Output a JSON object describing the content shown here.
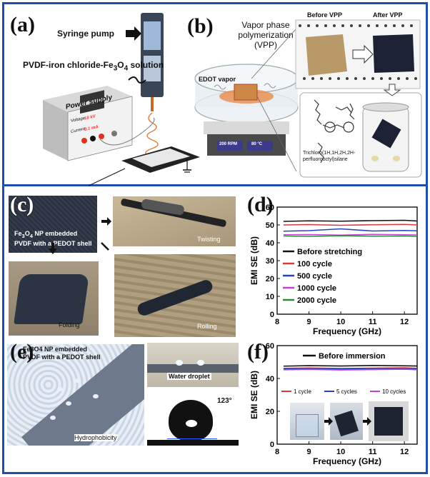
{
  "panel_a": {
    "letter": "(a)",
    "syringe_label": "Syringe pump",
    "solution_label_pre": "PVDF-iron chloride-Fe",
    "solution_sub": "3",
    "solution_mid": "O",
    "solution_sub2": "4",
    "solution_post": " solution",
    "power_supply": "Power supply",
    "voltage": "Voltage",
    "voltage_val": "18 kV",
    "current": "Current",
    "current_val": "0.1 mA"
  },
  "panel_b": {
    "letter": "(b)",
    "title_line1": "Vapor phase",
    "title_line2": "polymerization",
    "title_line3": "(VPP)",
    "edot": "EDOT vapor",
    "before": "Before VPP",
    "after": "After VPP",
    "stirrer_rpm": "200 RPM",
    "stirrer_temp": "80 °C",
    "silane_line1": "Trichloro(1H,1H,2H,2H-",
    "silane_line2": "perfluorooctyl)silane"
  },
  "panel_c": {
    "letter": "(c)",
    "desc_line1_pre": "Fe",
    "desc_sub1": "3",
    "desc_mid": "O",
    "desc_sub2": "4",
    "desc_line1_post": " NP embedded",
    "desc_line2": "PVDF with a PEDOT shell",
    "twisting": "Twisting",
    "folding": "Folding",
    "rolling": "Rolling"
  },
  "panel_e": {
    "letter": "(e)",
    "desc_line1": "Fe3O4 NP embedded",
    "desc_line2": "PVDF with a PEDOT shell",
    "water": "Water droplet",
    "angle": "123°",
    "hydro": "Hydrophobicity"
  },
  "chart_data": [
    {
      "panel": "(d)",
      "type": "line",
      "xlabel": "Frequency (GHz)",
      "ylabel": "EMI SE (dB)",
      "xlim": [
        8,
        12.4
      ],
      "ylim": [
        0,
        60
      ],
      "xticks": [
        8,
        9,
        10,
        11,
        12
      ],
      "yticks": [
        0,
        10,
        20,
        30,
        40,
        50,
        60
      ],
      "legend_position": "lower-left",
      "series": [
        {
          "name": "Before stretching",
          "color": "#111111",
          "x": [
            8.2,
            9,
            10,
            11,
            12,
            12.4
          ],
          "y": [
            52,
            52.3,
            52.1,
            52.4,
            52.6,
            52.2
          ]
        },
        {
          "name": "100 cycle",
          "color": "#d93b3b",
          "x": [
            8.2,
            9,
            10,
            11,
            12,
            12.4
          ],
          "y": [
            50,
            50.2,
            49.8,
            50.1,
            50.3,
            50
          ]
        },
        {
          "name": "500 cycle",
          "color": "#2b3fc2",
          "x": [
            8.2,
            9,
            10,
            11,
            12,
            12.4
          ],
          "y": [
            46.5,
            46.8,
            47.8,
            46.6,
            46.9,
            46.7
          ]
        },
        {
          "name": "1000 cycle",
          "color": "#c23fd0",
          "x": [
            8.2,
            9,
            10,
            11,
            12,
            12.4
          ],
          "y": [
            44.5,
            44.6,
            44.3,
            44.7,
            44.5,
            44.4
          ]
        },
        {
          "name": "2000 cycle",
          "color": "#2e8b3a",
          "x": [
            8.2,
            9,
            10,
            11,
            12,
            12.4
          ],
          "y": [
            43.8,
            43.6,
            43.9,
            43.7,
            43.8,
            43.6
          ]
        }
      ]
    },
    {
      "panel": "(f)",
      "type": "line",
      "xlabel": "Frequency (GHz)",
      "ylabel": "EMI SE (dB)",
      "xlim": [
        8,
        12.4
      ],
      "ylim": [
        0,
        60
      ],
      "xticks": [
        8,
        9,
        10,
        11,
        12
      ],
      "yticks": [
        0,
        20,
        40,
        60
      ],
      "series": [
        {
          "name": "Before immersion",
          "color": "#111111",
          "x": [
            8.2,
            9,
            10,
            11,
            12,
            12.4
          ],
          "y": [
            47.5,
            47.8,
            47.6,
            47.9,
            47.7,
            47.6
          ]
        },
        {
          "name": "1 cycle",
          "color": "#d93b3b",
          "x": [
            8.2,
            9,
            10,
            11,
            12,
            12.4
          ],
          "y": [
            46.2,
            46.4,
            46.1,
            46.3,
            46.5,
            46.2
          ]
        },
        {
          "name": "5 cycles",
          "color": "#2b3fc2",
          "x": [
            8.2,
            9,
            10,
            11,
            12,
            12.4
          ],
          "y": [
            45.8,
            46,
            45.7,
            46.1,
            45.9,
            45.8
          ]
        },
        {
          "name": "10 cycles",
          "color": "#c23fd0",
          "x": [
            8.2,
            9,
            10,
            11,
            12,
            12.4
          ],
          "y": [
            45.3,
            45.5,
            45.2,
            45.4,
            45.6,
            45.3
          ]
        }
      ]
    }
  ]
}
